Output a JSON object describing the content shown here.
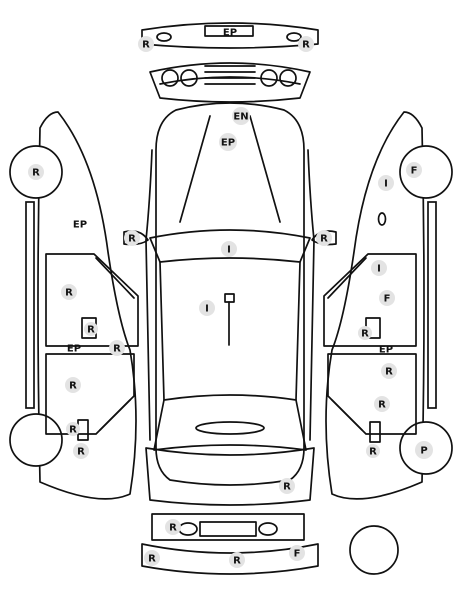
{
  "colors": {
    "stroke": "#111111",
    "marker_fill": "#e3e3e3",
    "background": "#ffffff"
  },
  "markers": [
    {
      "id": "front-bumper-right",
      "code": "R"
    },
    {
      "id": "front-bumper-center",
      "code": "EP"
    },
    {
      "id": "front-bumper-left",
      "code": "R"
    },
    {
      "id": "engine",
      "code": "EN"
    },
    {
      "id": "hood",
      "code": "EP"
    },
    {
      "id": "left-mirror",
      "code": "R"
    },
    {
      "id": "right-mirror",
      "code": "R"
    },
    {
      "id": "windshield",
      "code": "I"
    },
    {
      "id": "roof",
      "code": "I"
    },
    {
      "id": "trunk",
      "code": "R"
    },
    {
      "id": "rear-bumper-upper",
      "code": "R"
    },
    {
      "id": "rear-bumper-left",
      "code": "R"
    },
    {
      "id": "rear-bumper-center",
      "code": "R"
    },
    {
      "id": "rear-bumper-right",
      "code": "F"
    },
    {
      "id": "left-front-wheel",
      "code": "R"
    },
    {
      "id": "left-fuel-cap",
      "code": "EP"
    },
    {
      "id": "left-rear-door",
      "code": "R"
    },
    {
      "id": "left-rear-handle",
      "code": "R"
    },
    {
      "id": "left-sill",
      "code": "EP"
    },
    {
      "id": "left-b-pillar",
      "code": "R"
    },
    {
      "id": "left-front-door",
      "code": "R"
    },
    {
      "id": "left-front-handle",
      "code": "R"
    },
    {
      "id": "left-front-fender",
      "code": "R"
    },
    {
      "id": "right-front-wheel",
      "code": "F"
    },
    {
      "id": "right-a-pillar",
      "code": "I"
    },
    {
      "id": "right-window",
      "code": "I"
    },
    {
      "id": "right-front-door",
      "code": "F"
    },
    {
      "id": "right-front-handle",
      "code": "R"
    },
    {
      "id": "right-sill",
      "code": "EP"
    },
    {
      "id": "right-rear-door",
      "code": "R"
    },
    {
      "id": "right-rear-door-lower",
      "code": "R"
    },
    {
      "id": "right-rear-handle",
      "code": "R"
    },
    {
      "id": "right-rear-wheel",
      "code": "P"
    }
  ]
}
